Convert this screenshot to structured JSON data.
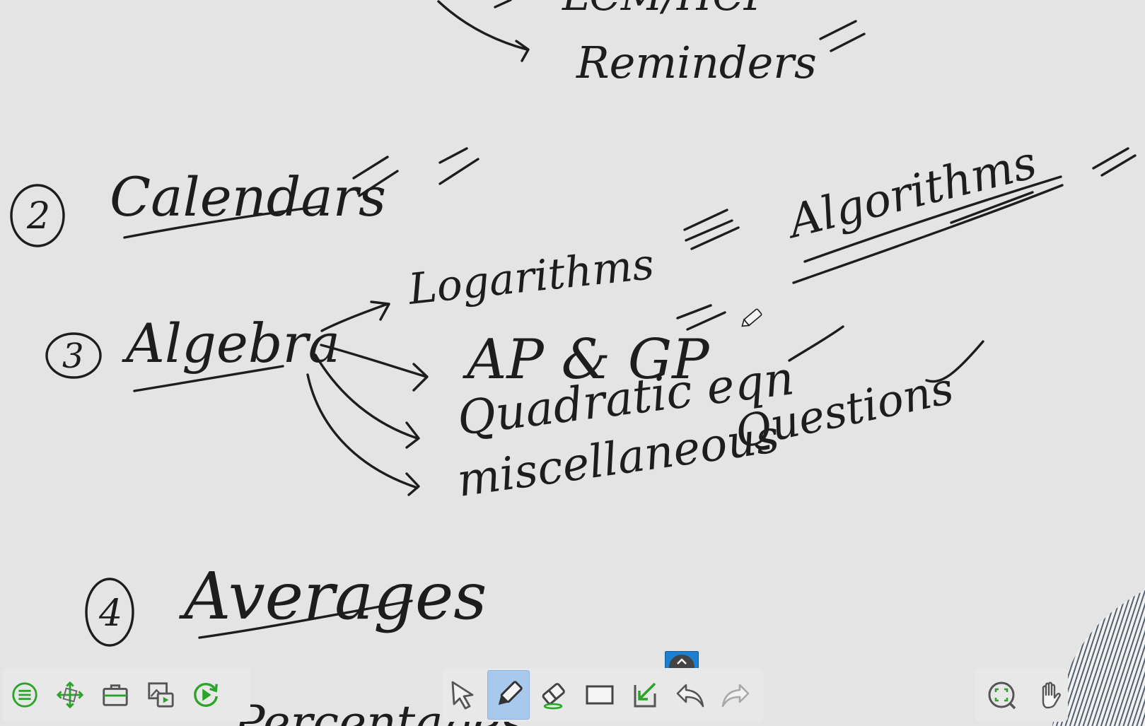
{
  "board": {
    "background": "#e4e4e4",
    "ink_color": "#1d1d1d",
    "notes": {
      "lcm_hcf": "LCM/HCF",
      "reminders": "Reminders",
      "num_2": "2",
      "calendars": "Calendars",
      "num_3": "3",
      "algebra": "Algebra",
      "logarithms": "Logarithms",
      "algorithms": "Algorithms",
      "ap_gp": "AP & GP",
      "quadratic": "Quadratic eqn",
      "miscellaneous": "miscellaneous",
      "questions": "Questions",
      "num_4": "4",
      "averages": "Averages",
      "percentages": "Percentages"
    }
  },
  "toolbar": {
    "left": [
      {
        "name": "menu-icon",
        "color": "#2aa52a"
      },
      {
        "name": "move-canvas-icon",
        "color": "#2aa52a"
      },
      {
        "name": "toolbox-icon",
        "color": "#2aa52a"
      },
      {
        "name": "media-insert-icon",
        "color": "#2aa52a"
      },
      {
        "name": "playback-icon",
        "color": "#2aa52a"
      }
    ],
    "center": [
      {
        "name": "select-arrow-icon",
        "active": false
      },
      {
        "name": "pen-icon",
        "active": true
      },
      {
        "name": "eraser-icon",
        "active": false
      },
      {
        "name": "rectangle-shape-icon",
        "active": false
      },
      {
        "name": "insert-icon",
        "active": false
      },
      {
        "name": "undo-icon",
        "active": false
      },
      {
        "name": "redo-icon",
        "active": false
      }
    ],
    "right": [
      {
        "name": "fullscreen-icon"
      },
      {
        "name": "hand-icon"
      }
    ],
    "accent": "#2aa52a",
    "active_bg": "#a8c8ec",
    "collapse_color": "#1c7fd0"
  }
}
